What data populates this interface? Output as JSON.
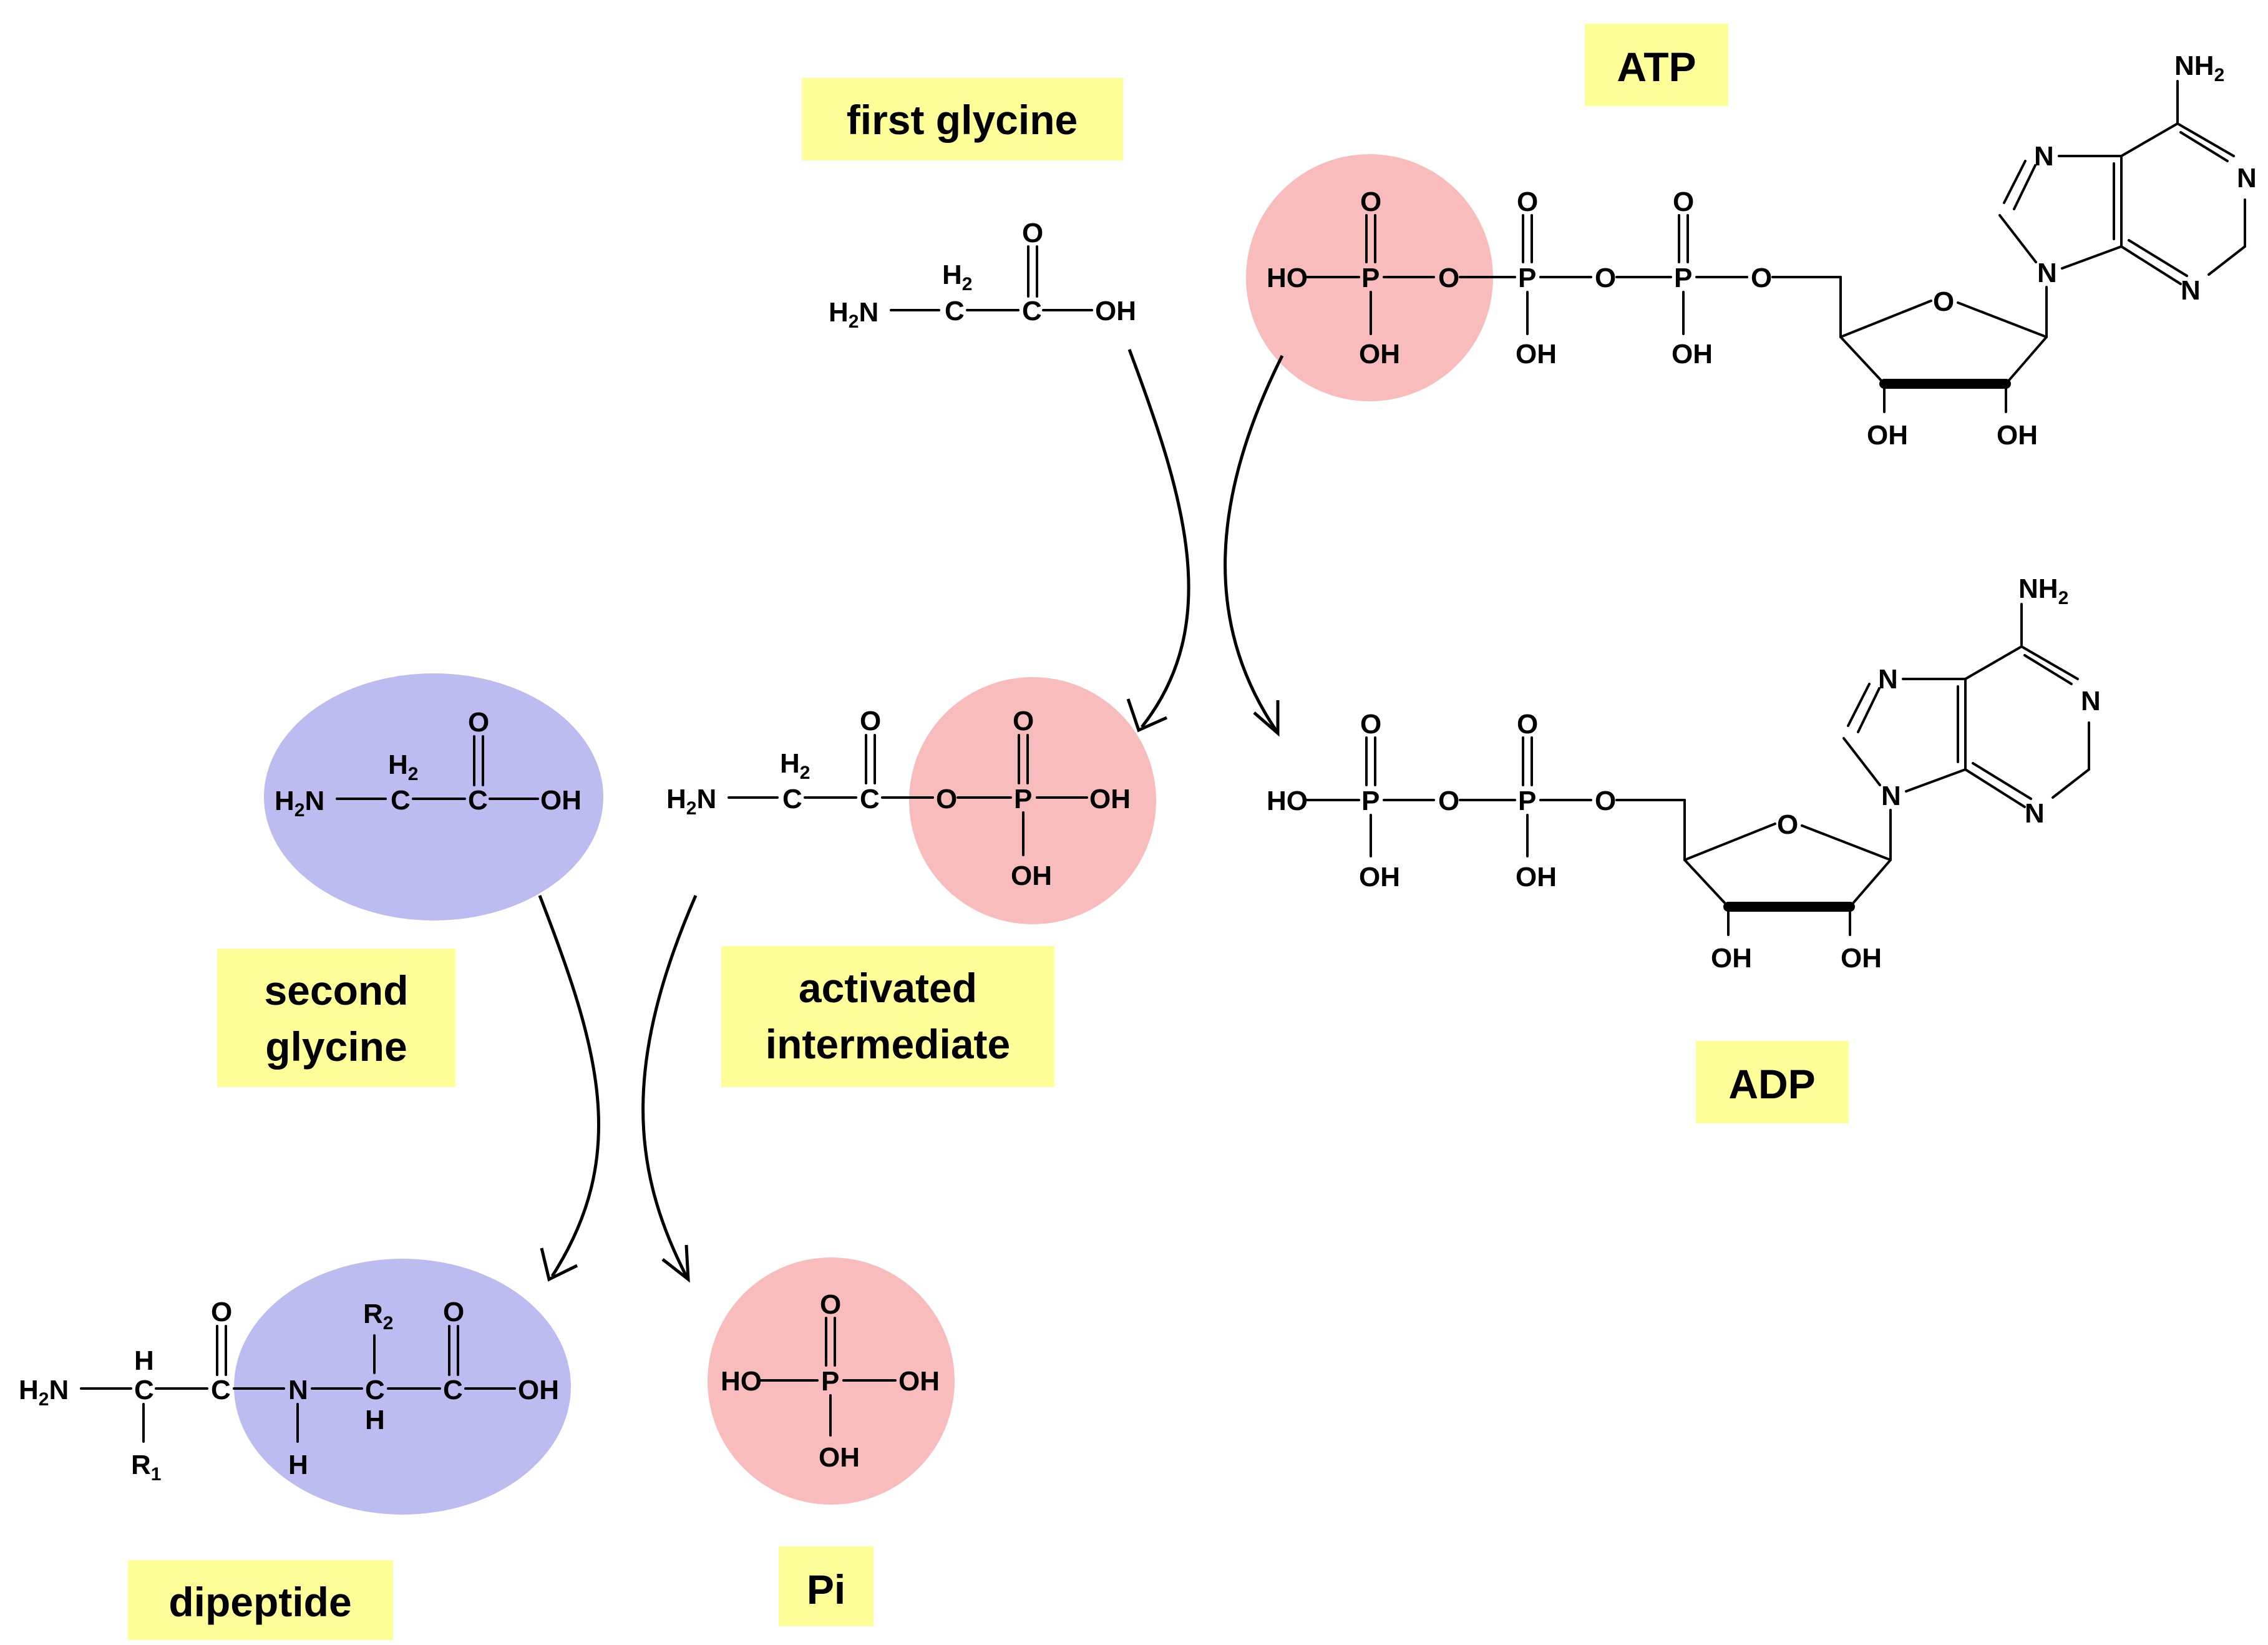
{
  "labels": {
    "atp": "ATP",
    "first_glycine": "first glycine",
    "second_glycine_line1": "second",
    "second_glycine_line2": "glycine",
    "activated_line1": "activated",
    "activated_line2": "intermediate",
    "adp": "ADP",
    "dipeptide": "dipeptide",
    "pi": "Pi"
  },
  "atoms": {
    "H2N": "H",
    "two": "2",
    "N": "N",
    "H": "H",
    "C": "C",
    "O": "O",
    "OH": "OH",
    "HO": "HO",
    "P": "P",
    "R": "R",
    "one": "1",
    "NH": "NH"
  },
  "colors": {
    "label_background": "#ffff99",
    "phosphate_highlight": "#f9bcbc",
    "glycine_highlight": "#bcbcf0"
  }
}
